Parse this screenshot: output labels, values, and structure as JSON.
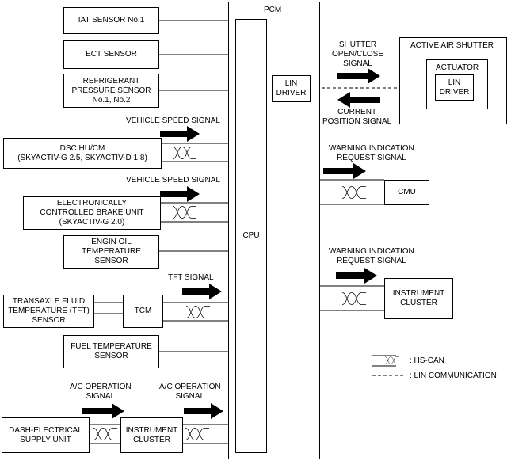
{
  "pcm": {
    "title": "PCM",
    "cpu": "CPU",
    "lin_driver": "LIN\nDRIVER"
  },
  "inputs": {
    "iat": "IAT SENSOR No.1",
    "ect": "ECT SENSOR",
    "refrigerant": "REFRIGERANT\nPRESSURE SENSOR\nNo.1, No.2",
    "dsc": "DSC HU/CM\n(SKYACTIV-G 2.5, SKYACTIV-D 1.8)",
    "ecbu": "ELECTRONICALLY\nCONTROLLED BRAKE UNIT\n(SKYACTIV-G 2.0)",
    "engine_oil": "ENGIN OIL\nTEMPERATURE\nSENSOR",
    "tft_sensor": "TRANSAXLE FLUID\nTEMPERATURE (TFT)\nSENSOR",
    "tcm": "TCM",
    "fuel_temp": "FUEL TEMPERATURE\nSENSOR",
    "dash": "DASH-ELECTRICAL\nSUPPLY UNIT",
    "instrument_cluster_in": "INSTRUMENT\nCLUSTER"
  },
  "signals": {
    "vss1": "VEHICLE SPEED SIGNAL",
    "vss2": "VEHICLE SPEED SIGNAL",
    "tft": "TFT SIGNAL",
    "ac1": "A/C OPERATION\nSIGNAL",
    "ac2": "A/C OPERATION\nSIGNAL",
    "shutter": "SHUTTER\nOPEN/CLOSE\nSIGNAL",
    "position": "CURRENT\nPOSITION SIGNAL",
    "warn1": "WARNING INDICATION\nREQUEST SIGNAL",
    "warn2": "WARNING INDICATION\nREQUEST SIGNAL"
  },
  "outputs": {
    "active_air_shutter": "ACTIVE AIR SHUTTER",
    "actuator": "ACTUATOR",
    "lin_driver": "LIN\nDRIVER",
    "cmu": "CMU",
    "instrument_cluster_out": "INSTRUMENT\nCLUSTER"
  },
  "legend": {
    "hs_can": ": HS-CAN",
    "lin": ": LIN COMMUNICATION"
  }
}
